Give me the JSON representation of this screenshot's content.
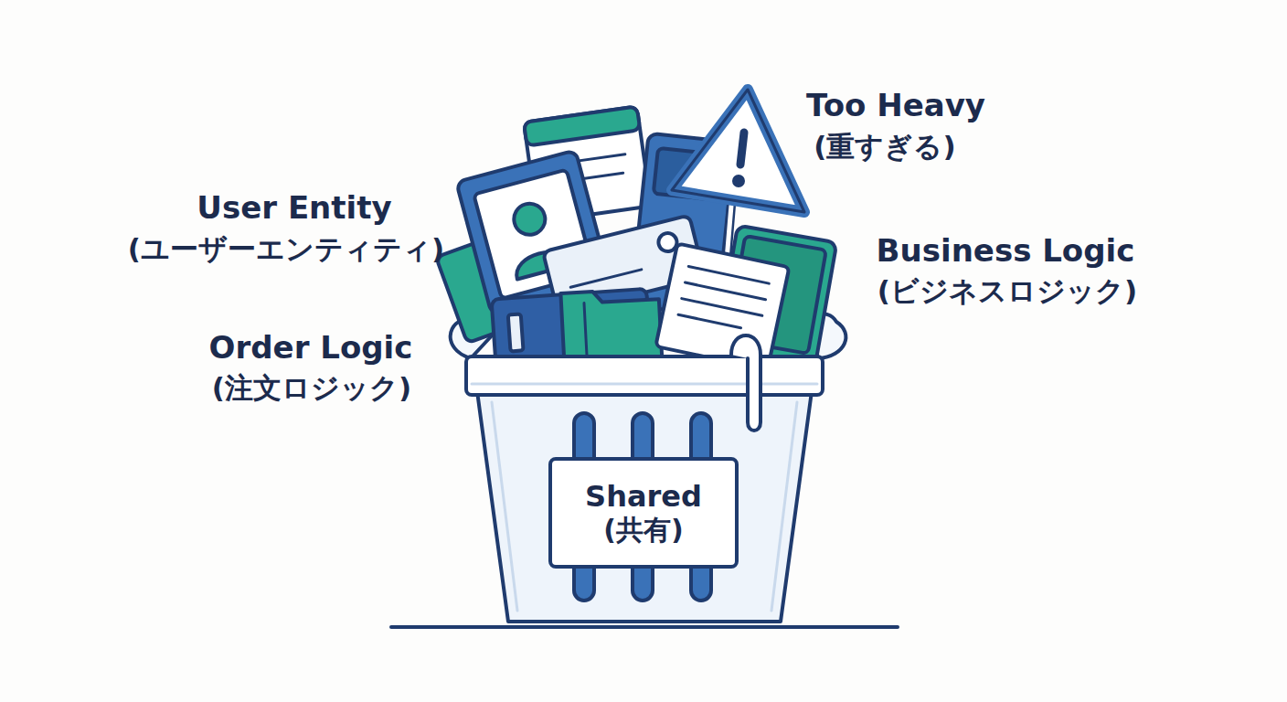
{
  "diagram": {
    "nodes": [
      {
        "text": [
          "Shared",
          "(共有)"
        ]
      }
    ],
    "labels": [
      "Too Heavy",
      "(重すぎる)",
      "User Entity",
      "(ユーザーエンティティ)",
      "Business Logic",
      "(ビジネスロジック)",
      "Order Logic",
      "(注文ロジック)"
    ]
  }
}
